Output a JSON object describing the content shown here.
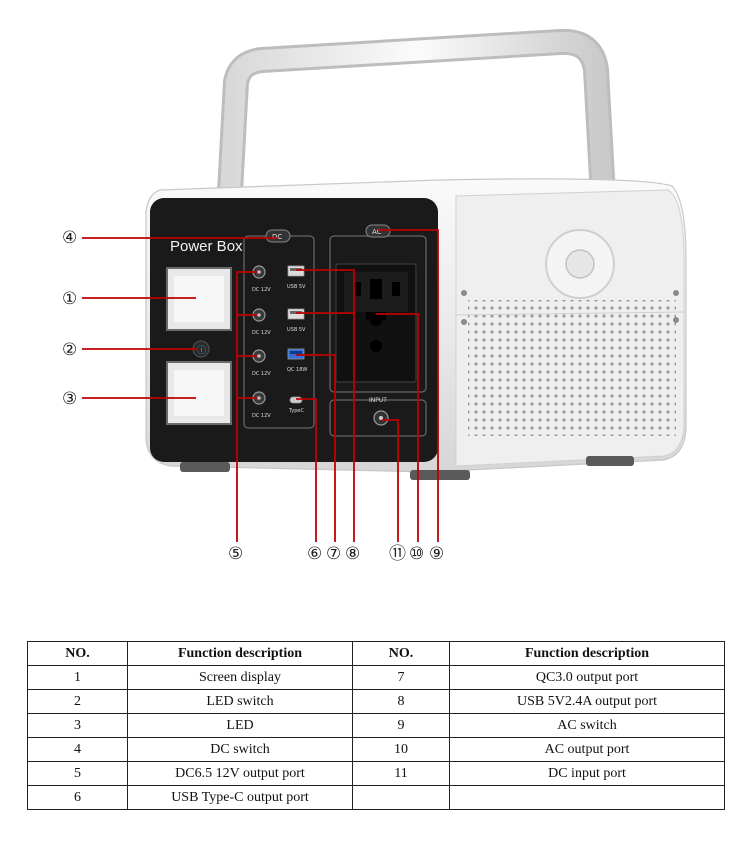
{
  "device": {
    "brand": "Power Box",
    "panel_labels": {
      "dc_switch": "DC",
      "ac_switch": "AC",
      "dc_port": "DC 12V",
      "usb_5v": "USB 5V",
      "qc": "QC 18W",
      "typec": "TypeC",
      "input": "INPUT"
    }
  },
  "callouts": [
    "①",
    "②",
    "③",
    "④",
    "⑤",
    "⑥",
    "⑦",
    "⑧",
    "⑨",
    "⑩",
    "⑪"
  ],
  "colors": {
    "callout_line": "#c00000",
    "panel": "#1a1a1a",
    "body": "#ededed"
  },
  "table": {
    "headers": [
      "NO.",
      "Function description",
      "NO.",
      "Function description"
    ],
    "rows": [
      [
        "1",
        "Screen display",
        "7",
        "QC3.0 output port"
      ],
      [
        "2",
        "LED switch",
        "8",
        "USB 5V2.4A output port"
      ],
      [
        "3",
        "LED",
        "9",
        "AC switch"
      ],
      [
        "4",
        "DC switch",
        "10",
        "AC output port"
      ],
      [
        "5",
        "DC6.5 12V output port",
        "11",
        "DC input port"
      ],
      [
        "6",
        "USB Type-C output port",
        "",
        ""
      ]
    ]
  }
}
